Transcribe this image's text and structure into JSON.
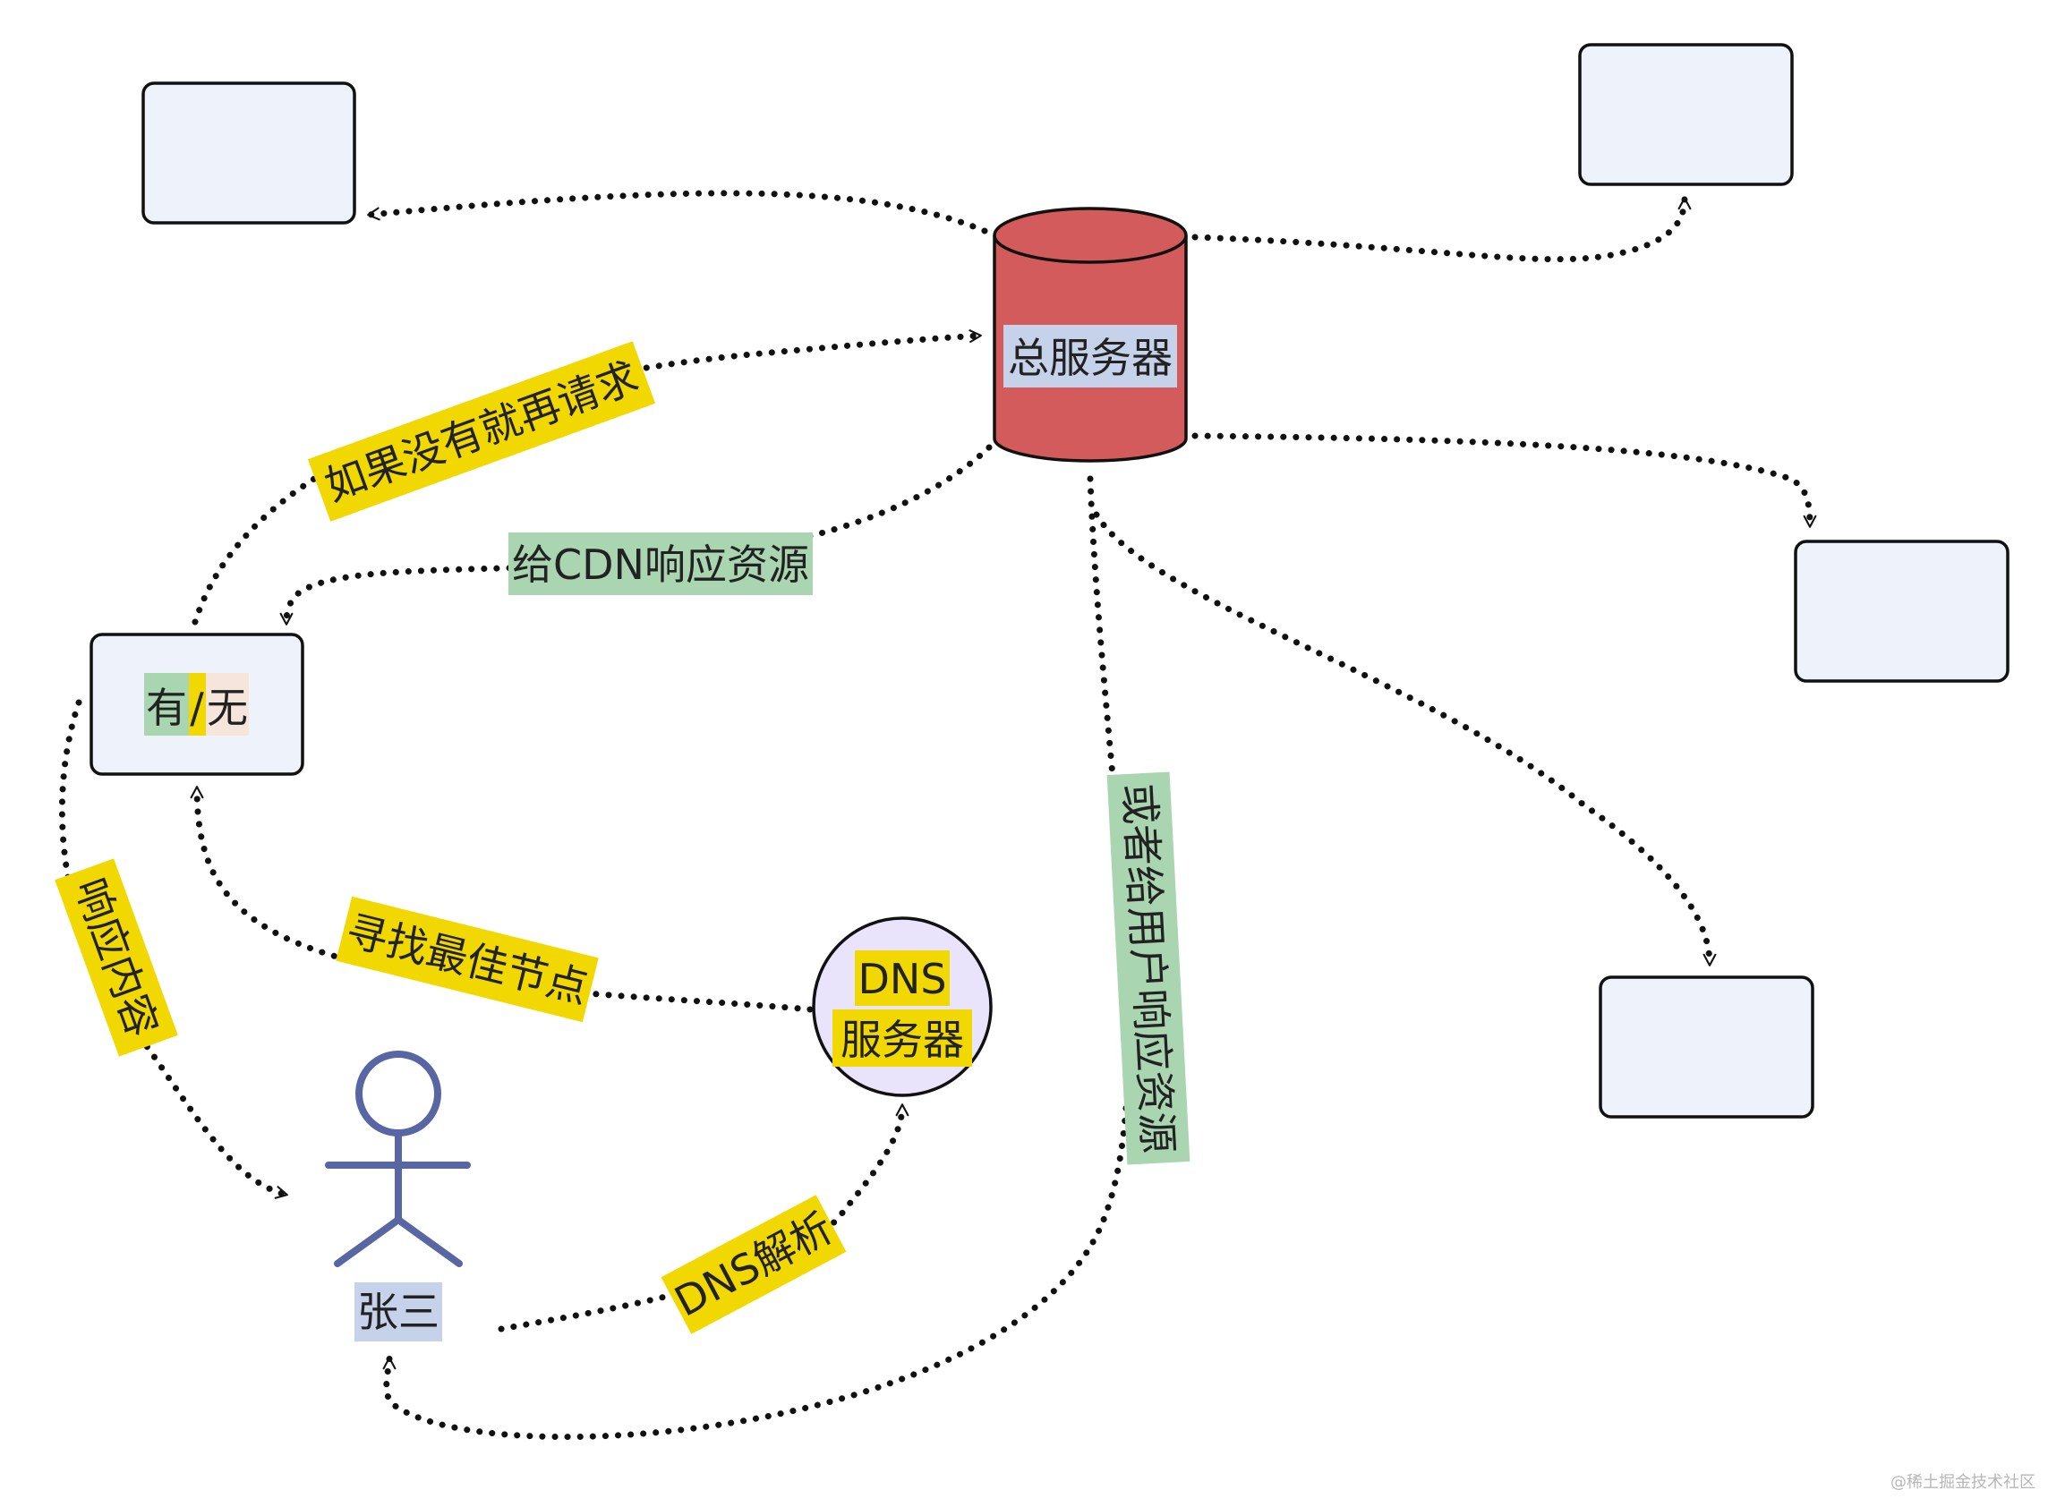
{
  "nodes": {
    "main_server": "总服务器",
    "cdn_has": "有",
    "cdn_slash": "/",
    "cdn_none": "无",
    "dns_line1": "DNS",
    "dns_line2": "服务器",
    "user": "张三"
  },
  "edges": {
    "request_if_missing": "如果没有就再请求",
    "respond_to_cdn": "给CDN响应资源",
    "respond_to_user": "或者给用户响应资源",
    "find_best_node": "寻找最佳节点",
    "response_content": "响应内容",
    "dns_resolve": "DNS解析"
  },
  "colors": {
    "cylinder": "#d45b5b",
    "node_fill": "#eef2fb",
    "dns_fill": "#e9e3fb",
    "highlight_yellow": "#f0d800",
    "highlight_green": "#a9d5b0",
    "highlight_blue": "#c6d2ea",
    "highlight_peach": "#f6e5da",
    "stickman": "#5866a3"
  },
  "watermark": "@稀土掘金技术社区"
}
